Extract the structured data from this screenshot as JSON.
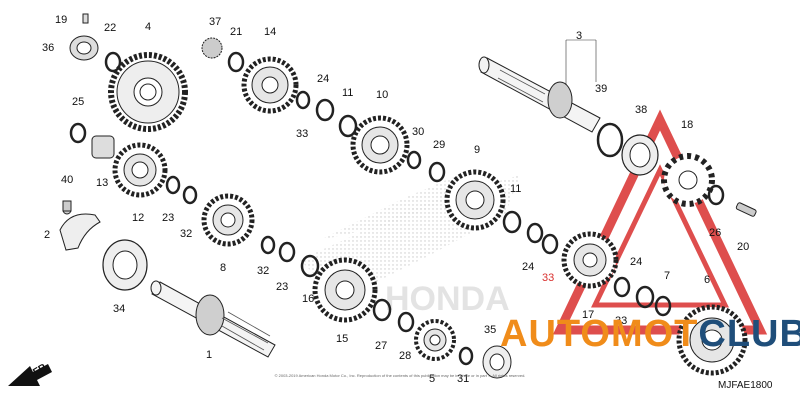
{
  "diagram": {
    "code": "MJFAE1800",
    "direction_label": "FR.",
    "copyright": "© 2003-2019 American Honda Motor Co., Inc. Reproduction of the contents of this publication may be in whole or in part ... All rights reserved.",
    "watermark_brand": "HONDA",
    "watermark_text_1": "AUTOMOT",
    "watermark_text_2": "CLUB",
    "accent_color": "#d9302e",
    "watermark_orange": "#f08c1a",
    "watermark_blue": "#1f4e7a"
  },
  "callouts": {
    "c19": "19",
    "c22": "22",
    "c4": "4",
    "c36": "36",
    "c37": "37",
    "c21": "21",
    "c14": "14",
    "c24a": "24",
    "c11a": "11",
    "c10": "10",
    "c33a": "33",
    "c25": "25",
    "c13": "13",
    "c30": "30",
    "c29": "29",
    "c9": "9",
    "c40": "40",
    "c2": "2",
    "c12": "12",
    "c23a": "23",
    "c32a": "32",
    "c8": "8",
    "c32b": "32",
    "c23b": "23",
    "c34": "34",
    "c16": "16",
    "c15": "15",
    "c27": "27",
    "c28": "28",
    "c1": "1",
    "c5": "5",
    "c31": "31",
    "c35": "35",
    "c3": "3",
    "c39": "39",
    "c38": "38",
    "c18": "18",
    "c11b": "11",
    "c24b": "24",
    "c33b": "33",
    "c26": "26",
    "c20": "20",
    "c24c": "24",
    "c7": "7",
    "c17": "17",
    "c33c": "33",
    "c6": "6"
  }
}
